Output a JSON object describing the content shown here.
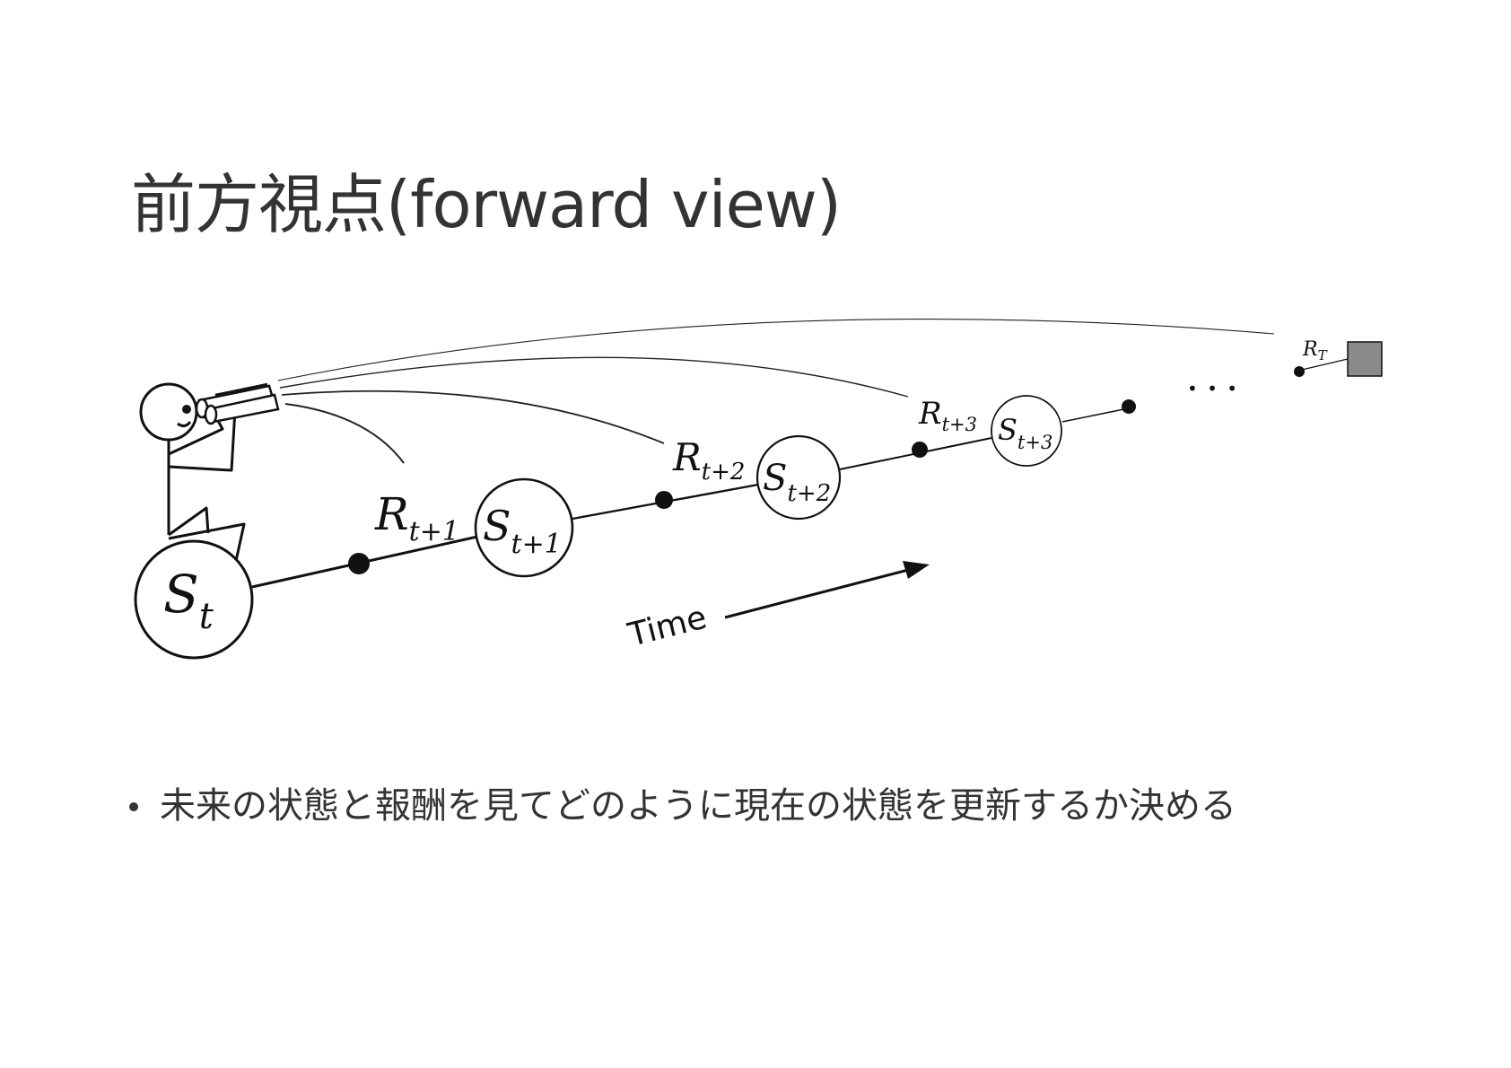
{
  "slide": {
    "title": "前方視点(forward view)",
    "bullets": [
      "未来の状態と報酬を見てどのように現在の状態を更新するか決める"
    ]
  },
  "diagram": {
    "states": [
      {
        "base": "S",
        "sub": "t"
      },
      {
        "base": "S",
        "sub": "t+1"
      },
      {
        "base": "S",
        "sub": "t+2"
      },
      {
        "base": "S",
        "sub": "t+3"
      }
    ],
    "rewards": [
      {
        "base": "R",
        "sub": "t+1"
      },
      {
        "base": "R",
        "sub": "t+2"
      },
      {
        "base": "R",
        "sub": "t+3"
      },
      {
        "base": "R",
        "sub": "T"
      }
    ],
    "time_label": "Time",
    "ellipsis": "• • •",
    "terminal_color": "#8a8a8a",
    "line_color": "#111111"
  }
}
